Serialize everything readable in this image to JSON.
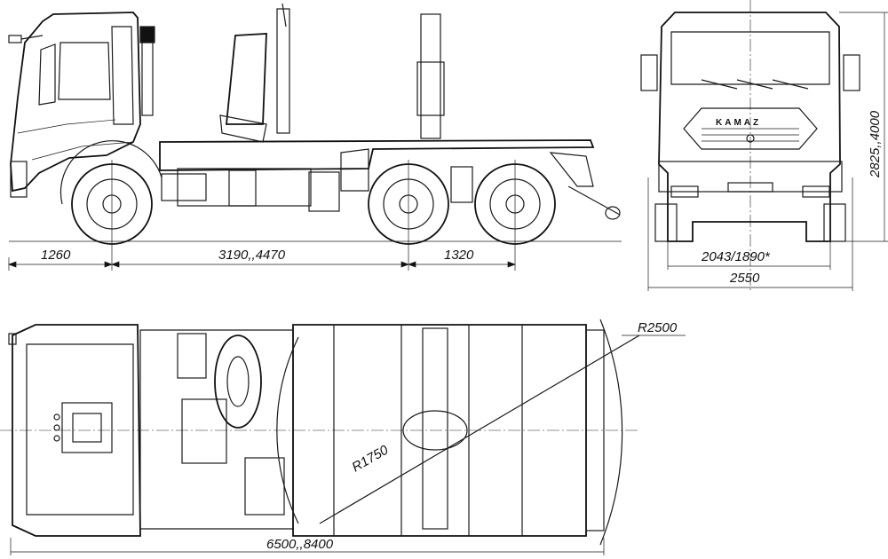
{
  "dimensions": {
    "front_overhang": "1260",
    "wheelbase": "3190,,4470",
    "rear_axle_spacing": "1320",
    "height": "2825,,4000",
    "track": "2043/1890*",
    "width": "2550",
    "outer_radius": "R2500",
    "inner_radius": "R1750",
    "overall_length": "6500,,8400"
  },
  "brand": {
    "logo_text": "KAMAZ"
  }
}
